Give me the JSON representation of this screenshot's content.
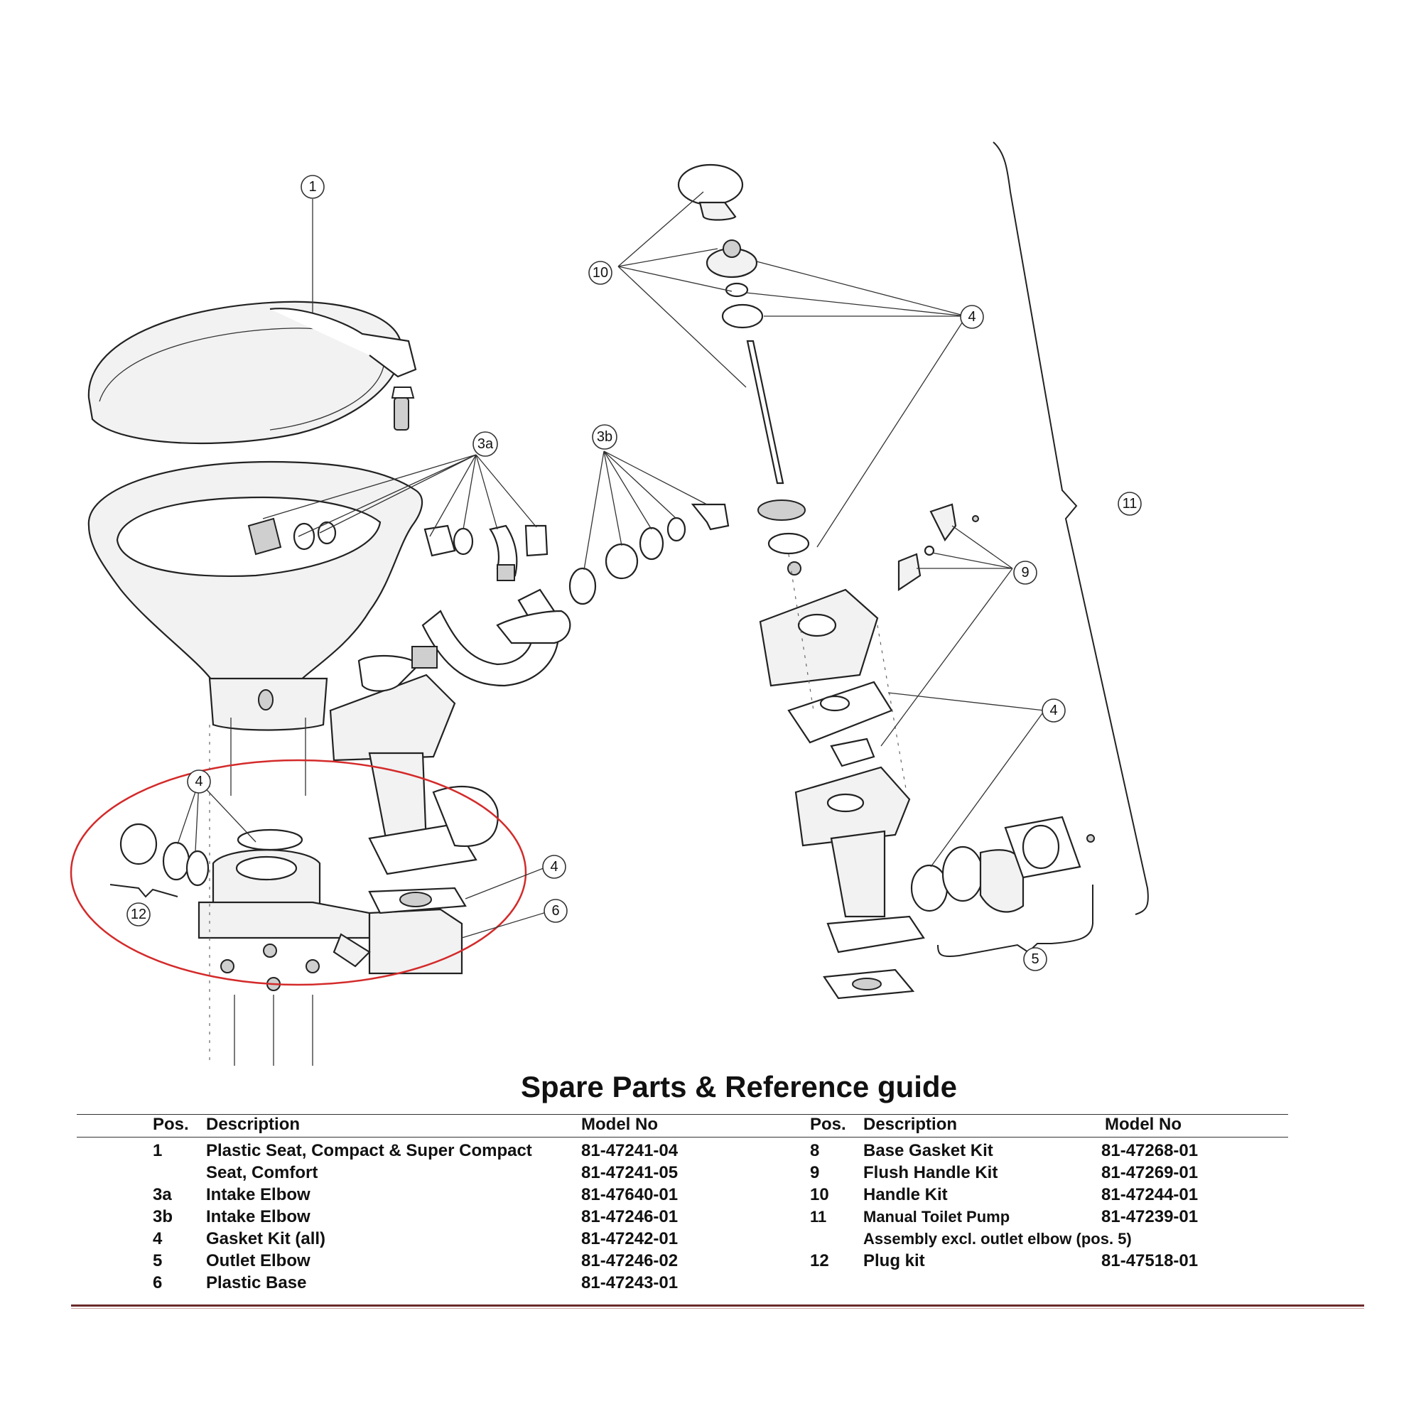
{
  "diagram": {
    "callouts": [
      "1",
      "10",
      "4",
      "3a",
      "3b",
      "11",
      "9",
      "4",
      "4",
      "4",
      "12",
      "6",
      "5"
    ]
  },
  "guide": {
    "title": "Spare Parts & Reference guide",
    "headers": {
      "pos": "Pos.",
      "description": "Description",
      "model": "Model No"
    },
    "left_rows": [
      {
        "pos": "1",
        "description": "Plastic Seat, Compact & Super Compact",
        "model": "81-47241-04"
      },
      {
        "pos": "",
        "description": "Seat, Comfort",
        "model": "81-47241-05"
      },
      {
        "pos": "3a",
        "description": "Intake Elbow",
        "model": "81-47640-01"
      },
      {
        "pos": "3b",
        "description": "Intake Elbow",
        "model": "81-47246-01"
      },
      {
        "pos": "4",
        "description": "Gasket Kit (all)",
        "model": "81-47242-01"
      },
      {
        "pos": "5",
        "description": "Outlet Elbow",
        "model": "81-47246-02"
      },
      {
        "pos": "6",
        "description": "Plastic Base",
        "model": "81-47243-01"
      }
    ],
    "right_rows": [
      {
        "pos": "8",
        "description": "Base Gasket Kit",
        "model": "81-47268-01"
      },
      {
        "pos": "9",
        "description": "Flush Handle Kit",
        "model": "81-47269-01"
      },
      {
        "pos": "10",
        "description": "Handle Kit",
        "model": "81-47244-01"
      },
      {
        "pos": "11",
        "description": "Manual Toilet Pump",
        "model": "81-47239-01"
      },
      {
        "pos": "",
        "description": "Assembly excl. outlet elbow (pos. 5)",
        "model": ""
      },
      {
        "pos": "12",
        "description": "Plug kit",
        "model": "81-47518-01"
      }
    ]
  },
  "colors": {
    "highlight_ellipse": "#d42a2a",
    "line": "#222222",
    "bottom_rule": "#6b2a2a"
  }
}
